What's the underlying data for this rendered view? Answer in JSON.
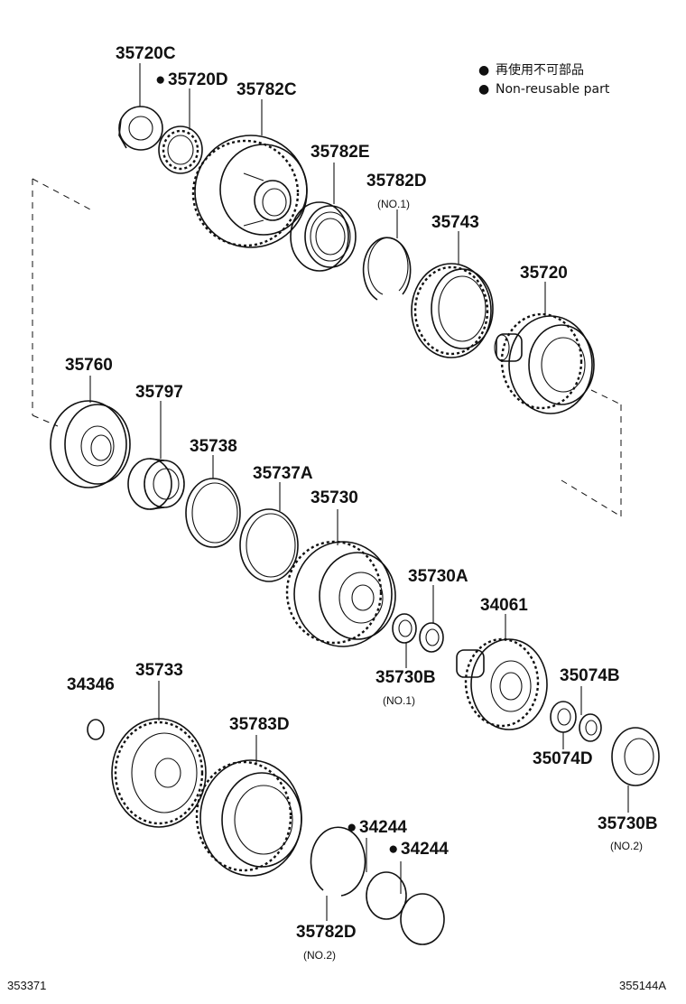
{
  "legend": {
    "bullet": "●",
    "line_ja": "再使用不可部品",
    "line_en": "Non-reusable part"
  },
  "codes": {
    "left": "353371",
    "right": "355144A"
  },
  "parts": [
    {
      "id": "35720C",
      "label": "35720C",
      "marker": "",
      "note": ""
    },
    {
      "id": "35720D",
      "label": "35720D",
      "marker": "●",
      "note": ""
    },
    {
      "id": "35782C",
      "label": "35782C",
      "marker": "",
      "note": ""
    },
    {
      "id": "35782E",
      "label": "35782E",
      "marker": "",
      "note": ""
    },
    {
      "id": "35782D_1",
      "label": "35782D",
      "marker": "",
      "note": "(NO.1)"
    },
    {
      "id": "35743",
      "label": "35743",
      "marker": "",
      "note": ""
    },
    {
      "id": "35720",
      "label": "35720",
      "marker": "",
      "note": ""
    },
    {
      "id": "35760",
      "label": "35760",
      "marker": "",
      "note": ""
    },
    {
      "id": "35797",
      "label": "35797",
      "marker": "",
      "note": ""
    },
    {
      "id": "35738",
      "label": "35738",
      "marker": "",
      "note": ""
    },
    {
      "id": "35737A",
      "label": "35737A",
      "marker": "",
      "note": ""
    },
    {
      "id": "35730",
      "label": "35730",
      "marker": "",
      "note": ""
    },
    {
      "id": "35730A",
      "label": "35730A",
      "marker": "",
      "note": ""
    },
    {
      "id": "34061",
      "label": "34061",
      "marker": "",
      "note": ""
    },
    {
      "id": "35730B_1",
      "label": "35730B",
      "marker": "",
      "note": "(NO.1)"
    },
    {
      "id": "35074B",
      "label": "35074B",
      "marker": "",
      "note": ""
    },
    {
      "id": "35074D",
      "label": "35074D",
      "marker": "",
      "note": ""
    },
    {
      "id": "34346",
      "label": "34346",
      "marker": "",
      "note": ""
    },
    {
      "id": "35733",
      "label": "35733",
      "marker": "",
      "note": ""
    },
    {
      "id": "35783D",
      "label": "35783D",
      "marker": "",
      "note": ""
    },
    {
      "id": "35730B_2",
      "label": "35730B",
      "marker": "",
      "note": "(NO.2)"
    },
    {
      "id": "34244_a",
      "label": "34244",
      "marker": "●",
      "note": ""
    },
    {
      "id": "34244_b",
      "label": "34244",
      "marker": "●",
      "note": ""
    },
    {
      "id": "35782D_2",
      "label": "35782D",
      "marker": "",
      "note": "(NO.2)"
    }
  ]
}
